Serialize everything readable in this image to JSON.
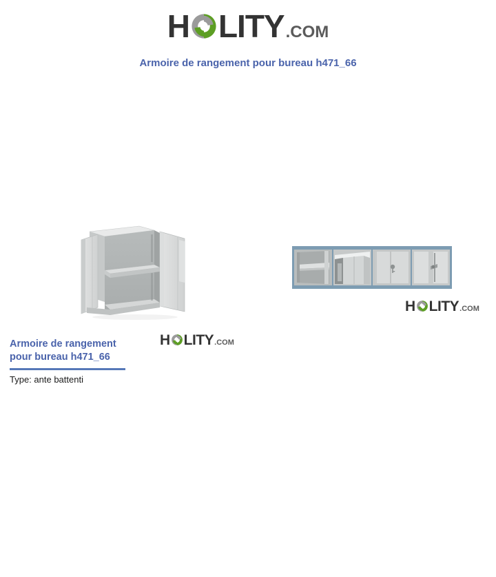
{
  "site": {
    "logo": {
      "part1": "H",
      "mark": "holity-circle-mark",
      "part2": "LITY",
      "suffix": ".COM",
      "gray": "#9b9b9b",
      "green": "#5d9e24",
      "text_color": "#333333"
    }
  },
  "header": {
    "page_title": "Armoire de rangement pour bureau h471_66"
  },
  "gallery": {
    "main_image": {
      "alt": "Armoire de rangement pour bureau h471_66 - armoire metallique grise a deux portes battantes ouvertes avec etagere centrale",
      "watermark": {
        "part1": "H",
        "part2": "LITY",
        "suffix": ".COM"
      }
    },
    "thumbnail_strip": {
      "background_color": "#7d9cb2",
      "watermark": {
        "part1": "H",
        "part2": "LITY",
        "suffix": ".COM"
      },
      "thumbnails": [
        {
          "alt": "Vue interieure avec etagere"
        },
        {
          "alt": "Vue laterale porte ouverte"
        },
        {
          "alt": "Portes fermees avec serrure a cle"
        },
        {
          "alt": "Detail de la poignee et tringle de fermeture"
        }
      ]
    }
  },
  "product": {
    "title": "Armoire de rangement pour bureau h471_66",
    "specs": [
      {
        "label": "Type",
        "value": "ante battenti",
        "text": "Type: ante battenti"
      }
    ],
    "accent_color": "#4a63ab",
    "rule_color": "#5578b8"
  }
}
